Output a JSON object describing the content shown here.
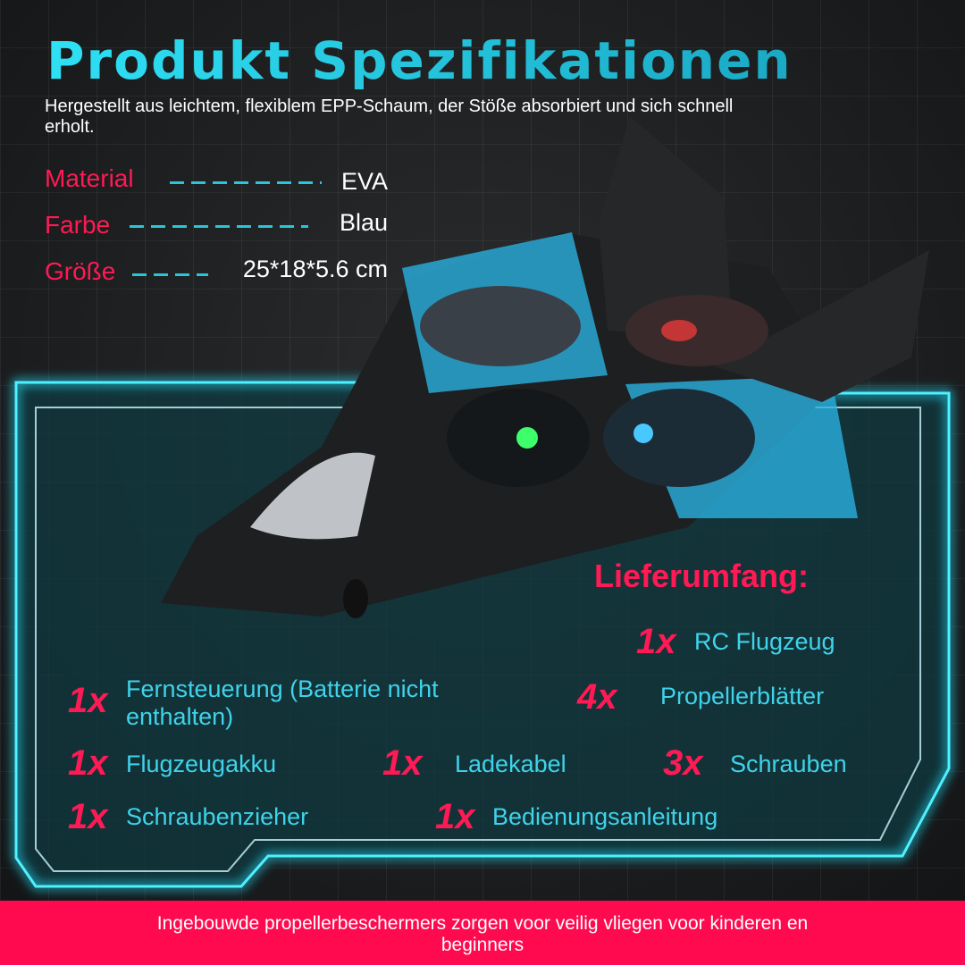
{
  "title": "Produkt Spezifikationen",
  "subtitle": "Hergestellt aus leichtem, flexiblem EPP-Schaum, der Stöße absorbiert und sich schnell erholt.",
  "specs": [
    {
      "label": "Material",
      "value": "EVA"
    },
    {
      "label": "Farbe",
      "value": "Blau"
    },
    {
      "label": "Größe",
      "value": "25*18*5.6 cm"
    }
  ],
  "package": {
    "heading": "Lieferumfang:",
    "items": [
      {
        "qty": "1x",
        "name": "RC Flugzeug"
      },
      {
        "qty": "1x",
        "name": "Fernsteuerung (Batterie nicht enthalten)"
      },
      {
        "qty": "4x",
        "name": "Propellerblätter"
      },
      {
        "qty": "1x",
        "name": "Flugzeugakku"
      },
      {
        "qty": "1x",
        "name": "Ladekabel"
      },
      {
        "qty": "3x",
        "name": "Schrauben"
      },
      {
        "qty": "1x",
        "name": "Schraubenzieher"
      },
      {
        "qty": "1x",
        "name": "Bedienungsanleitung"
      }
    ]
  },
  "footer": "Ingebouwde propellerbeschermers zorgen voor veilig vliegen voor kinderen en beginners",
  "colors": {
    "accent": "#22d6ee",
    "highlight": "#ff1a55",
    "band": "#ff0a4f"
  }
}
